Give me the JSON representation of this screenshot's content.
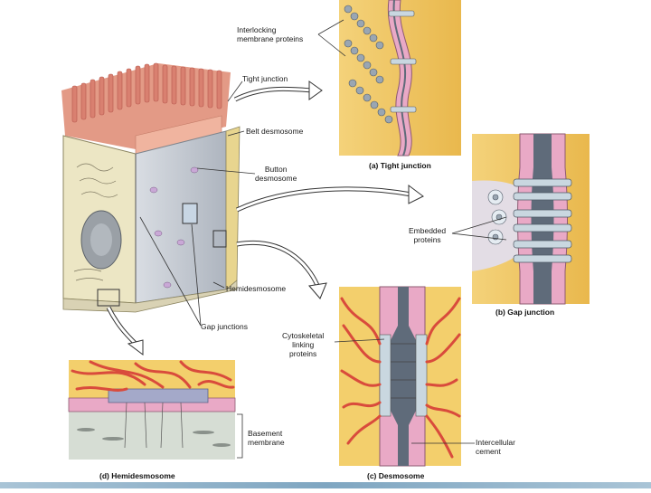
{
  "labels": {
    "interlocking": "Interlocking\nmembrane proteins",
    "tight_junction": "Tight junction",
    "belt_desmosome": "Belt desmosome",
    "button_desmosome": "Button\ndesmosome",
    "embedded_proteins": "Embedded\nproteins",
    "hemidesmosome": "Hemidesmosome",
    "gap_junctions": "Gap junctions",
    "cytoskeletal": "Cytoskeletal\nlinking\nproteins",
    "basement_membrane": "Basement\nmembrane",
    "intercellular_cement": "Intercellular\ncement"
  },
  "captions": {
    "a": "(a) Tight junction",
    "b": "(b) Gap junction",
    "c": "(c) Desmosome",
    "d": "(d) Hemidesmosome"
  },
  "colors": {
    "membrane_pink": "#e9a9c6",
    "cytoplasm_yellow": "#f3cf6c",
    "filament_red": "#d94b3c",
    "protein_gray": "#9aa6b2",
    "cell_cream": "#efe9c9",
    "nucleus_gray": "#9aa0a6",
    "connector_gray": "#c9d7e0"
  }
}
